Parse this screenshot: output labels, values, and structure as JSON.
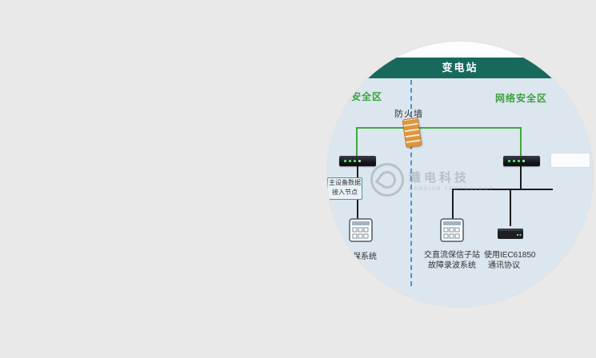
{
  "page": {
    "background": "#e9e9e9"
  },
  "diagram": {
    "header_title": "变电站",
    "zone_left_label": "网络安全区",
    "zone_right_label": "网络安全区",
    "firewall_label": "防火墙",
    "node_chip": {
      "line1": "主设备数据",
      "line2": "接入节点"
    },
    "captions": {
      "left_system": "继保系统",
      "middle_line1": "交直流保信子站",
      "middle_line2": "故障录波系统",
      "right_line1": "使用IEC61850",
      "right_line2": "通讯协议"
    },
    "watermark": {
      "title": "赣电科技",
      "subtitle": "GANDIAN TECHNOLOGY"
    },
    "colors": {
      "header_bg": "#17695c",
      "diagram_bg": "#dce6ee",
      "zone_text": "#3aa23e",
      "line_green": "#3fa83f",
      "line_black": "#1c1c1c",
      "dashed_blue": "#4a90d9",
      "firewall": "#e0953c",
      "watermark": "#9aa4ad"
    }
  }
}
